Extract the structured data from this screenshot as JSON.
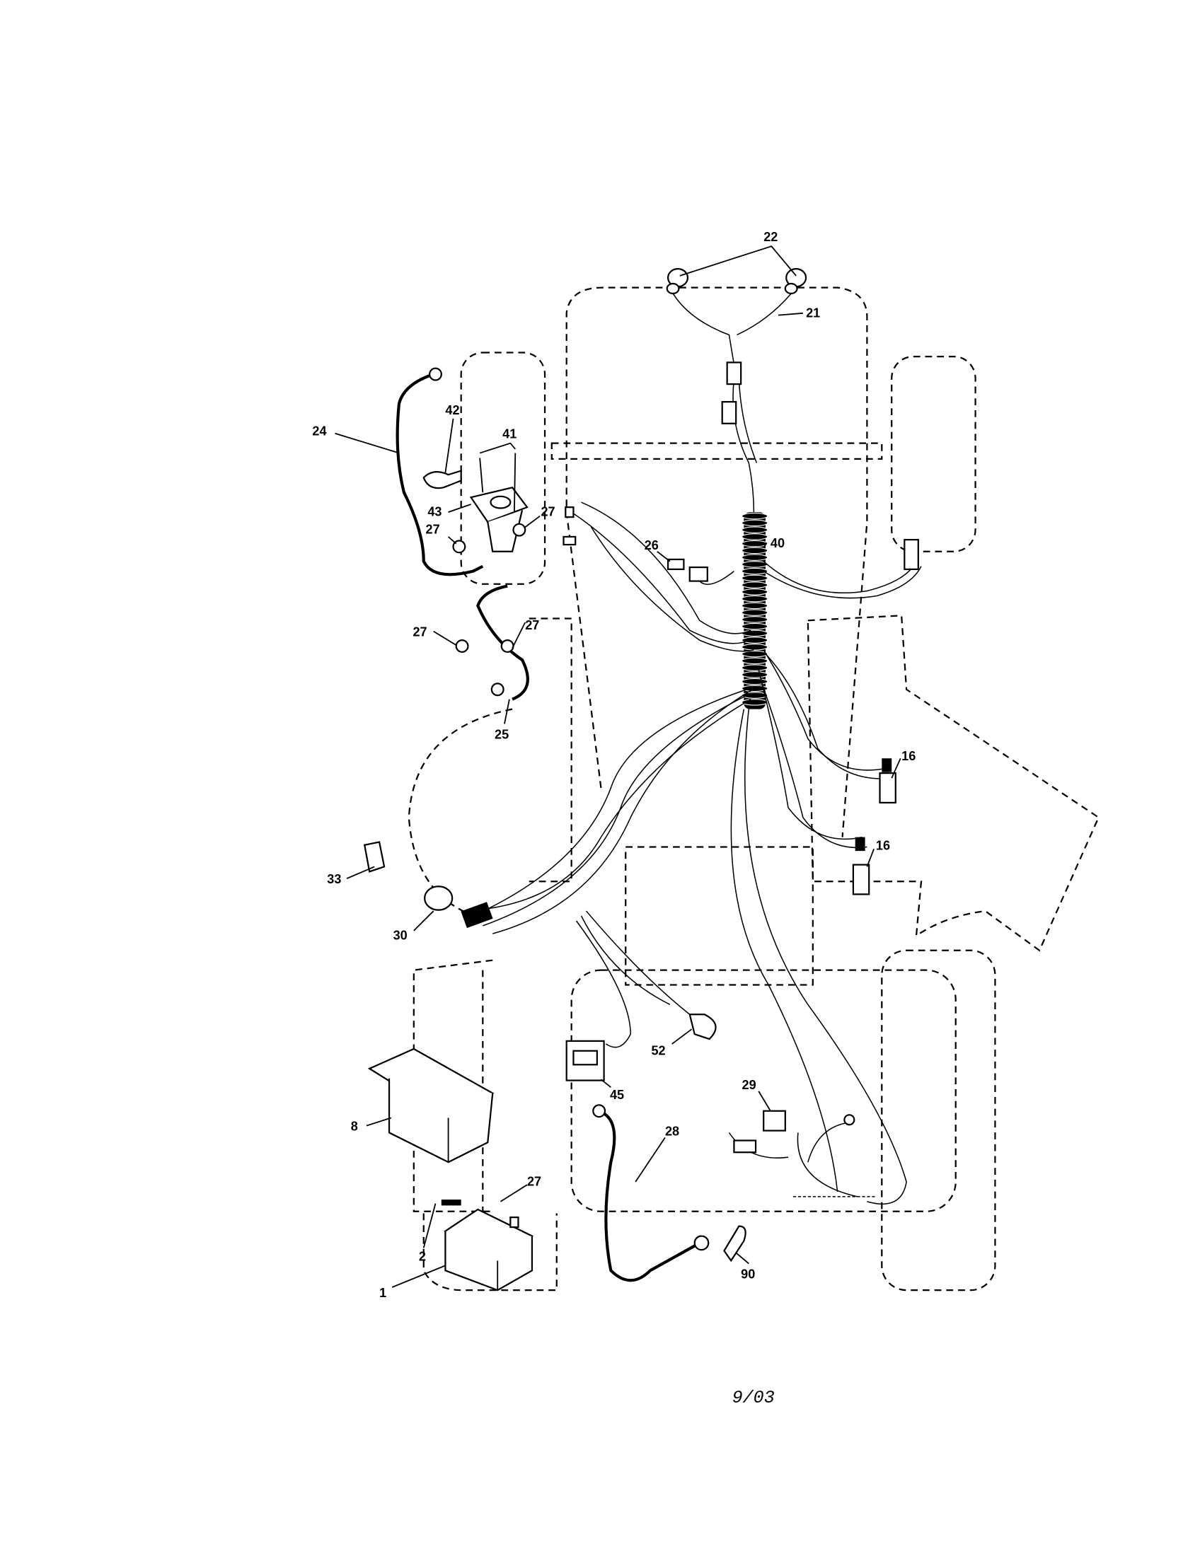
{
  "diagram": {
    "callouts": {
      "c22": "22",
      "c21": "21",
      "c24": "24",
      "c42": "42",
      "c41": "41",
      "c43": "43",
      "c27a": "27",
      "c27b": "27",
      "c27c": "27",
      "c27d": "27",
      "c27e": "27",
      "c26": "26",
      "c40": "40",
      "c25": "25",
      "c16a": "16",
      "c16b": "16",
      "c33": "33",
      "c30": "30",
      "c8": "8",
      "c2": "2",
      "c1": "1",
      "c45": "45",
      "c52": "52",
      "c29": "29",
      "c28": "28",
      "c90": "90"
    },
    "date_code": "9/03"
  }
}
